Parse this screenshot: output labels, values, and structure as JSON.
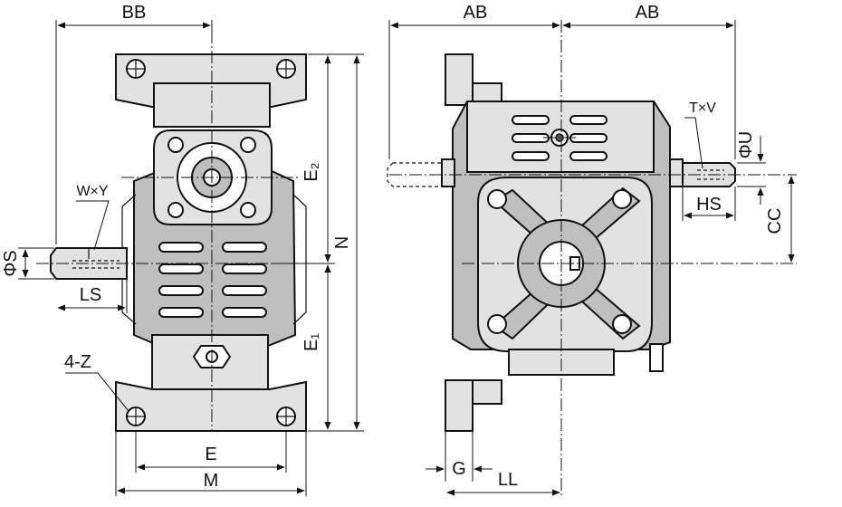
{
  "labels": {
    "bb": "BB",
    "ab_left": "AB",
    "ab_right": "AB",
    "e2": "E₂",
    "e1": "E₁",
    "n": "N",
    "e": "E",
    "m": "M",
    "wy": "W×Y",
    "phi_s": "ΦS",
    "ls": "LS",
    "four_z": "4-Z",
    "tv": "T×V",
    "phi_u": "ΦU",
    "hs": "HS",
    "cc": "CC",
    "g": "G",
    "ll": "LL"
  }
}
